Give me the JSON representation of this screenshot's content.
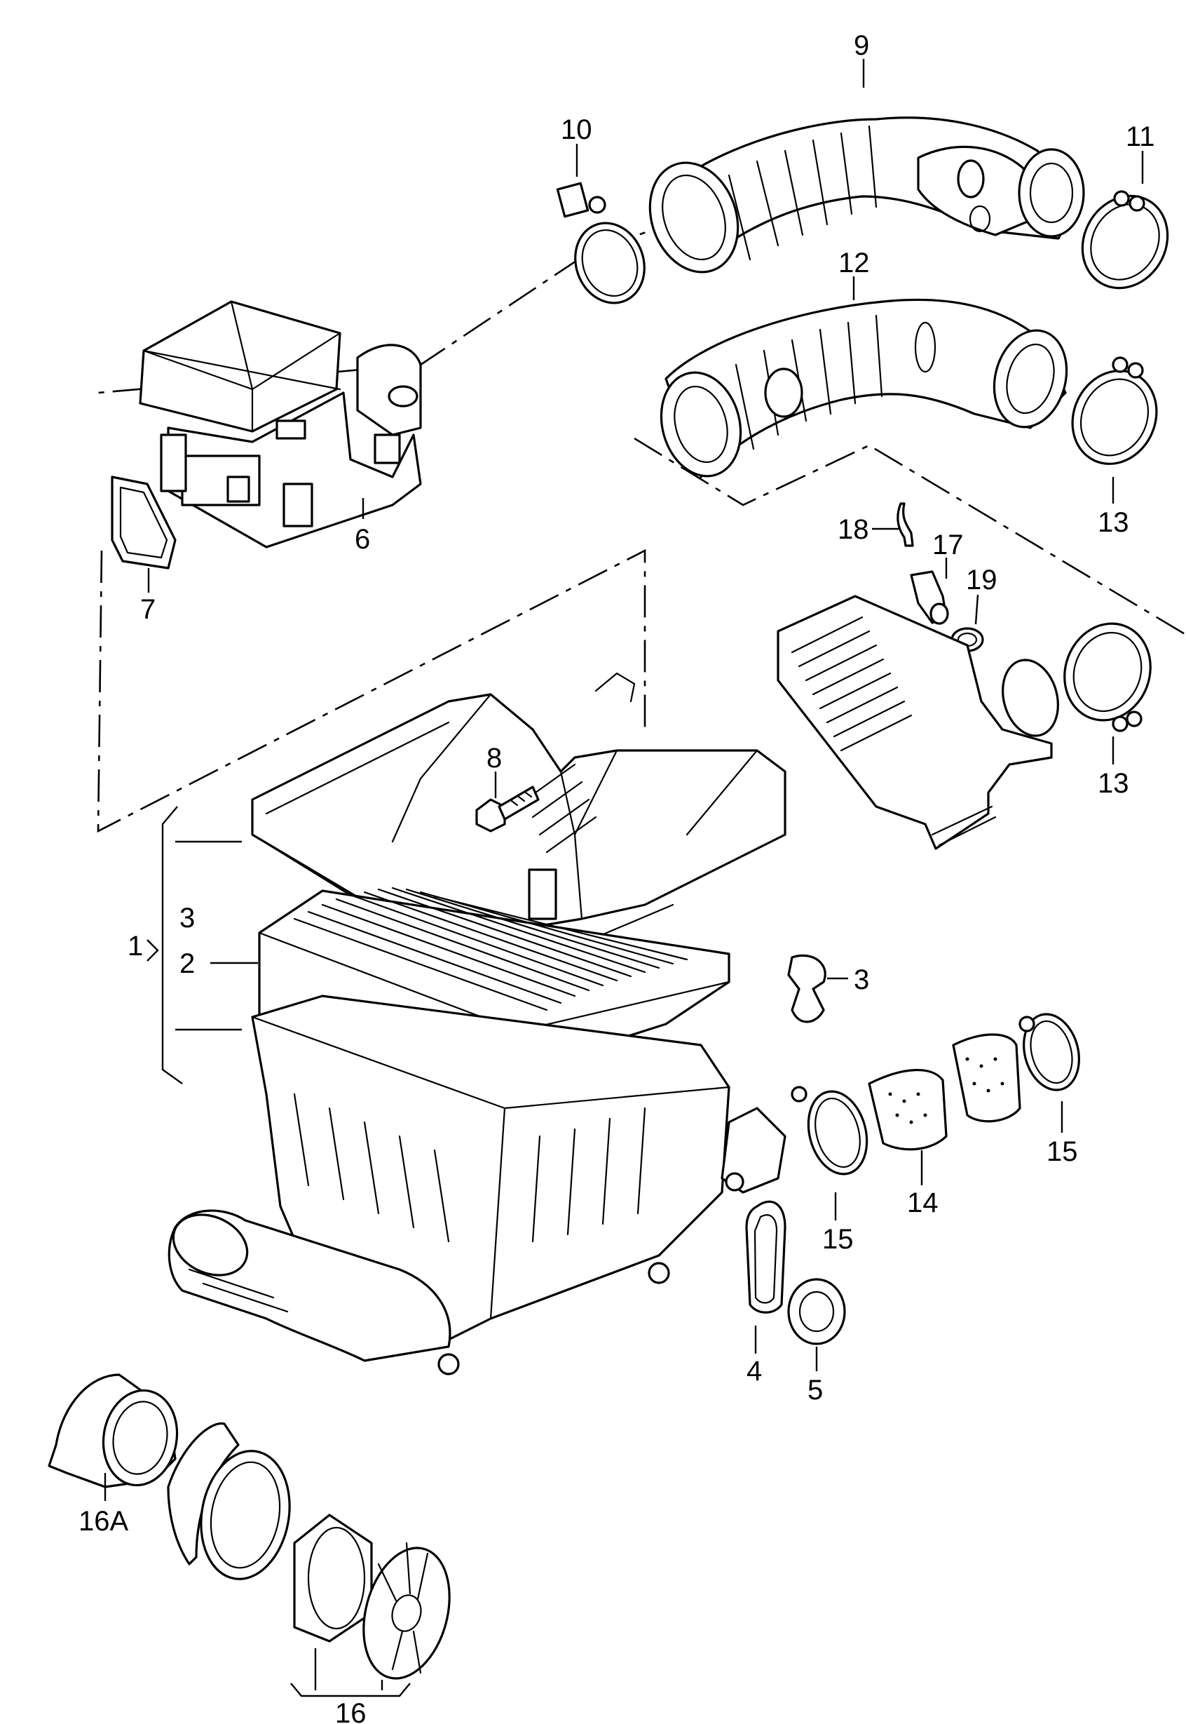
{
  "diagram": {
    "background": "#ffffff",
    "line_color": "#000000",
    "callouts": [
      {
        "id": "label-9",
        "text": "9"
      },
      {
        "id": "label-10",
        "text": "10"
      },
      {
        "id": "label-11",
        "text": "11"
      },
      {
        "id": "label-12",
        "text": "12"
      },
      {
        "id": "label-13a",
        "text": "13"
      },
      {
        "id": "label-6",
        "text": "6"
      },
      {
        "id": "label-7",
        "text": "7"
      },
      {
        "id": "label-18",
        "text": "18"
      },
      {
        "id": "label-17",
        "text": "17"
      },
      {
        "id": "label-19",
        "text": "19"
      },
      {
        "id": "label-13b",
        "text": "13"
      },
      {
        "id": "label-8",
        "text": "8"
      },
      {
        "id": "label-3a",
        "text": "3"
      },
      {
        "id": "label-1",
        "text": "1"
      },
      {
        "id": "label-2",
        "text": "2"
      },
      {
        "id": "label-3b",
        "text": "3"
      },
      {
        "id": "label-15a",
        "text": "15"
      },
      {
        "id": "label-14",
        "text": "14"
      },
      {
        "id": "label-15b",
        "text": "15"
      },
      {
        "id": "label-4",
        "text": "4"
      },
      {
        "id": "label-5",
        "text": "5"
      },
      {
        "id": "label-16a",
        "text": "16A"
      },
      {
        "id": "label-16",
        "text": "16"
      }
    ]
  }
}
